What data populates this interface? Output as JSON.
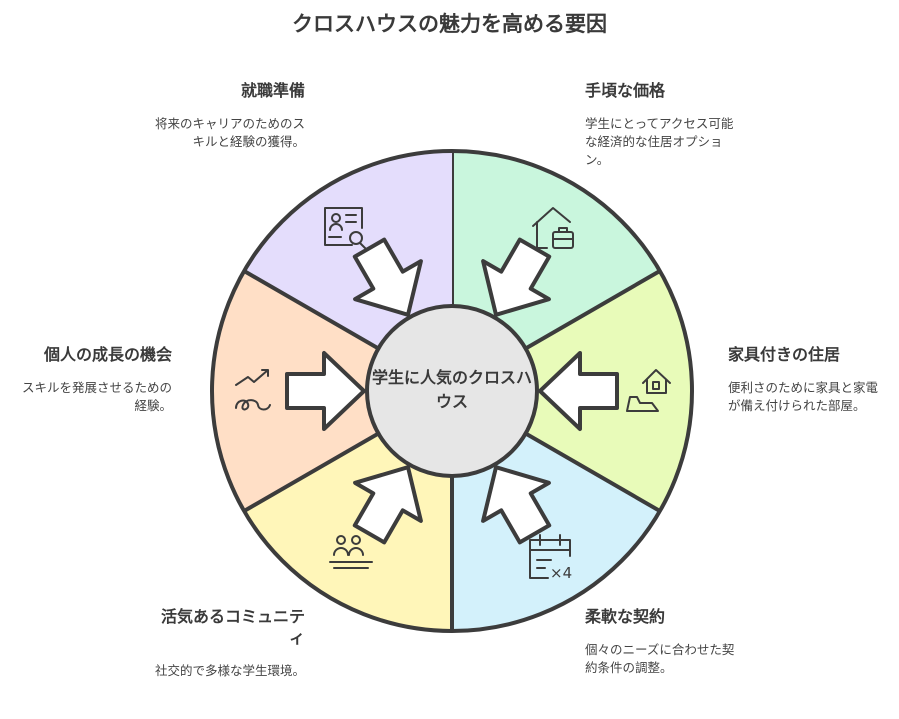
{
  "title": "クロスハウスの魅力を高める要因",
  "center": "学生に人気のクロスハウス",
  "segments": [
    {
      "title": "手頃な価格",
      "desc": "学生にとってアクセス可能な経済的な住居オプション。",
      "color": "#c9f6dd",
      "icon": "house-briefcase-icon"
    },
    {
      "title": "家具付きの住居",
      "desc": "便利さのために家具と家電が備え付けられた部屋。",
      "color": "#e8fbb9",
      "icon": "house-sofa-icon"
    },
    {
      "title": "柔軟な契約",
      "desc": "個々のニーズに合わせた契約条件の調整。",
      "color": "#d3f1fb",
      "icon": "calendar-x4-icon"
    },
    {
      "title": "活気あるコミュニティ",
      "desc": "社交的で多様な学生環境。",
      "color": "#fff6b9",
      "icon": "people-icon"
    },
    {
      "title": "個人の成長の機会",
      "desc": "スキルを発展させるための経験。",
      "color": "#ffdfc6",
      "icon": "growth-icon"
    },
    {
      "title": "就職準備",
      "desc": "将来のキャリアのためのスキルと経験の獲得。",
      "color": "#e4ddfc",
      "icon": "resume-search-icon"
    }
  ]
}
